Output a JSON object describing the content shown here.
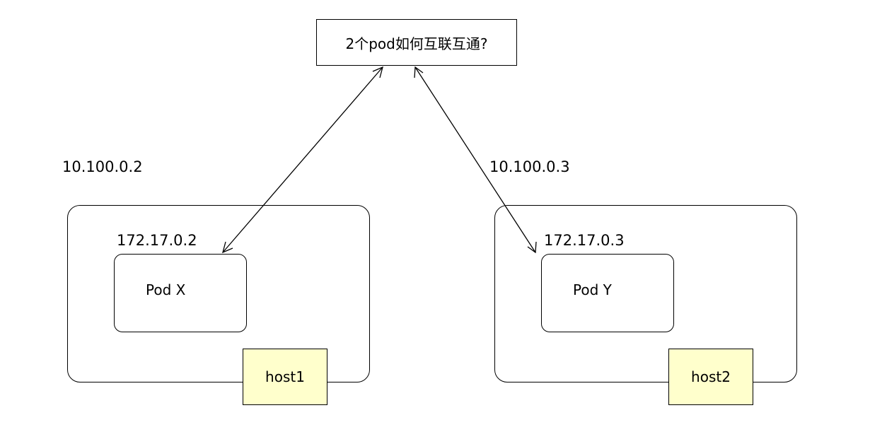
{
  "question": {
    "text": "2个pod如何互联互通?"
  },
  "hosts": [
    {
      "host_ip": "10.100.0.2",
      "pod_ip": "172.17.0.2",
      "pod_name": "Pod X",
      "host_name": "host1"
    },
    {
      "host_ip": "10.100.0.3",
      "pod_ip": "172.17.0.3",
      "pod_name": "Pod Y",
      "host_name": "host2"
    }
  ],
  "colors": {
    "host_tag_fill": "#ffffcc",
    "line": "#000000"
  }
}
